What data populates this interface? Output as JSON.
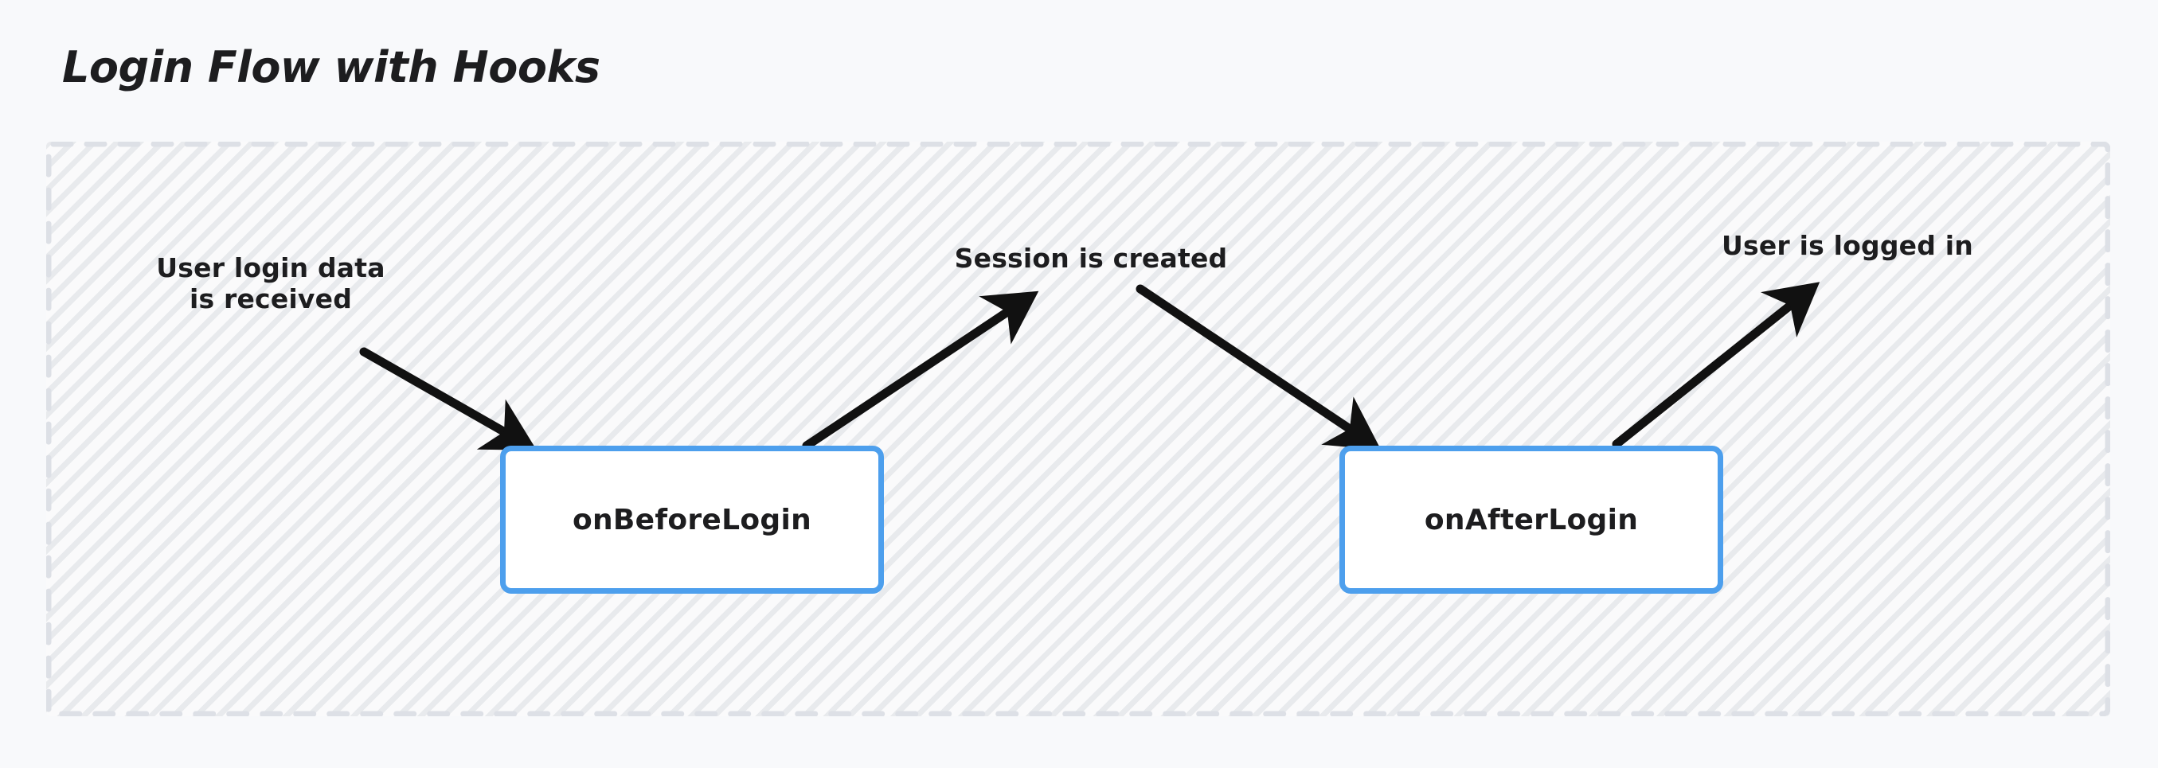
{
  "diagram": {
    "title": "Login Flow with Hooks",
    "type": "flowchart",
    "background_color": "#f8f9fb",
    "container": {
      "fill_color": "#fafafb",
      "border_style": "dashed",
      "border_color": "#dcdfe5",
      "pattern": "diagonal-hatch"
    },
    "nodes": [
      {
        "id": "on-before-login",
        "label": "onBeforeLogin",
        "shape": "rounded-rectangle",
        "border_color": "#4d9fed",
        "fill_color": "#ffffff",
        "text_color": "#1d1d1f"
      },
      {
        "id": "on-after-login",
        "label": "onAfterLogin",
        "shape": "rounded-rectangle",
        "border_color": "#4d9fed",
        "fill_color": "#ffffff",
        "text_color": "#1d1d1f"
      }
    ],
    "edges": [
      {
        "id": "edge-user-login-data",
        "label": "User login data\nis received",
        "direction": "into-node",
        "target": "on-before-login",
        "color": "#111111"
      },
      {
        "id": "edge-session-created",
        "label": "Session is created",
        "direction": "out-of-node",
        "source": "on-before-login",
        "color": "#111111"
      },
      {
        "id": "edge-session-created-in",
        "label": "Session is created",
        "direction": "into-node",
        "target": "on-after-login",
        "color": "#111111"
      },
      {
        "id": "edge-user-logged-in",
        "label": "User is logged in",
        "direction": "out-of-node",
        "source": "on-after-login",
        "color": "#111111"
      }
    ]
  }
}
